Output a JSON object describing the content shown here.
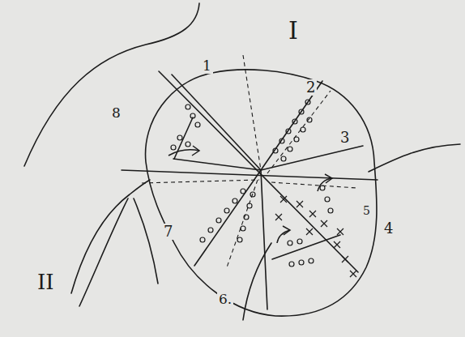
{
  "diagram": {
    "labels": [
      "I",
      "1",
      "2",
      "3",
      "4",
      "5",
      "6.",
      "7",
      "8",
      "II"
    ]
  }
}
